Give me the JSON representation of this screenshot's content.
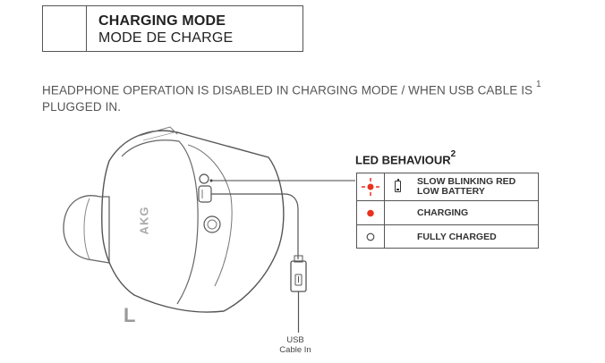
{
  "header": {
    "title_en": "CHARGING MODE",
    "title_fr": "MODE DE CHARGE"
  },
  "notice": {
    "text": "HEADPHONE OPERATION IS DISABLED IN CHARGING MODE / WHEN USB CABLE IS",
    "footnote": "1",
    "text_cont": "PLUGGED IN."
  },
  "illustration": {
    "brand": "AKG",
    "side_label": "L",
    "cable_label_line1": "USB",
    "cable_label_line2": "Cable In"
  },
  "led": {
    "title": "LED BEHAVIOUR",
    "footnote": "2",
    "rows": [
      {
        "line1": "SLOW BLINKING RED",
        "line2": "LOW BATTERY",
        "icon": "blinking-red-led-icon"
      },
      {
        "line1": "CHARGING",
        "icon": "solid-red-led-icon"
      },
      {
        "line1": "FULLY CHARGED",
        "icon": "led-off-icon"
      }
    ],
    "colors": {
      "red": "#e8321e",
      "line": "#555555"
    }
  }
}
